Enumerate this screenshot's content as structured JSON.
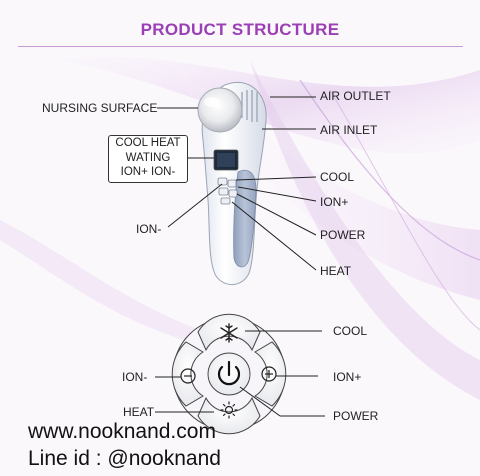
{
  "title": "PRODUCT STRUCTURE",
  "device_labels": {
    "nursing_surface": "NURSING SURFACE",
    "air_outlet": "AIR OUTLET",
    "air_inlet": "AIR INLET",
    "cool": "COOL",
    "ion_plus": "ION+",
    "power": "POWER",
    "heat": "HEAT",
    "ion_minus": "ION-"
  },
  "display_box": {
    "line1": "COOL HEAT",
    "line2": "WATING",
    "line3": "ION+ ION-"
  },
  "panel_labels": {
    "cool": "COOL",
    "ion_minus": "ION-",
    "ion_plus": "ION+",
    "heat": "HEAT",
    "power": "POWER"
  },
  "footer": {
    "website": "www.nooknand.com",
    "line_id": "Line id : @nooknand"
  },
  "colors": {
    "title": "#9b3fb5",
    "background_accent": "#d9b8e6",
    "device_body": "#f4f6fb",
    "device_panel": "#a9b7cf"
  },
  "icons": {
    "cool": "snowflake-icon",
    "heat": "sun-icon",
    "power": "power-icon",
    "ion_plus": "plus-icon",
    "ion_minus": "minus-icon"
  }
}
